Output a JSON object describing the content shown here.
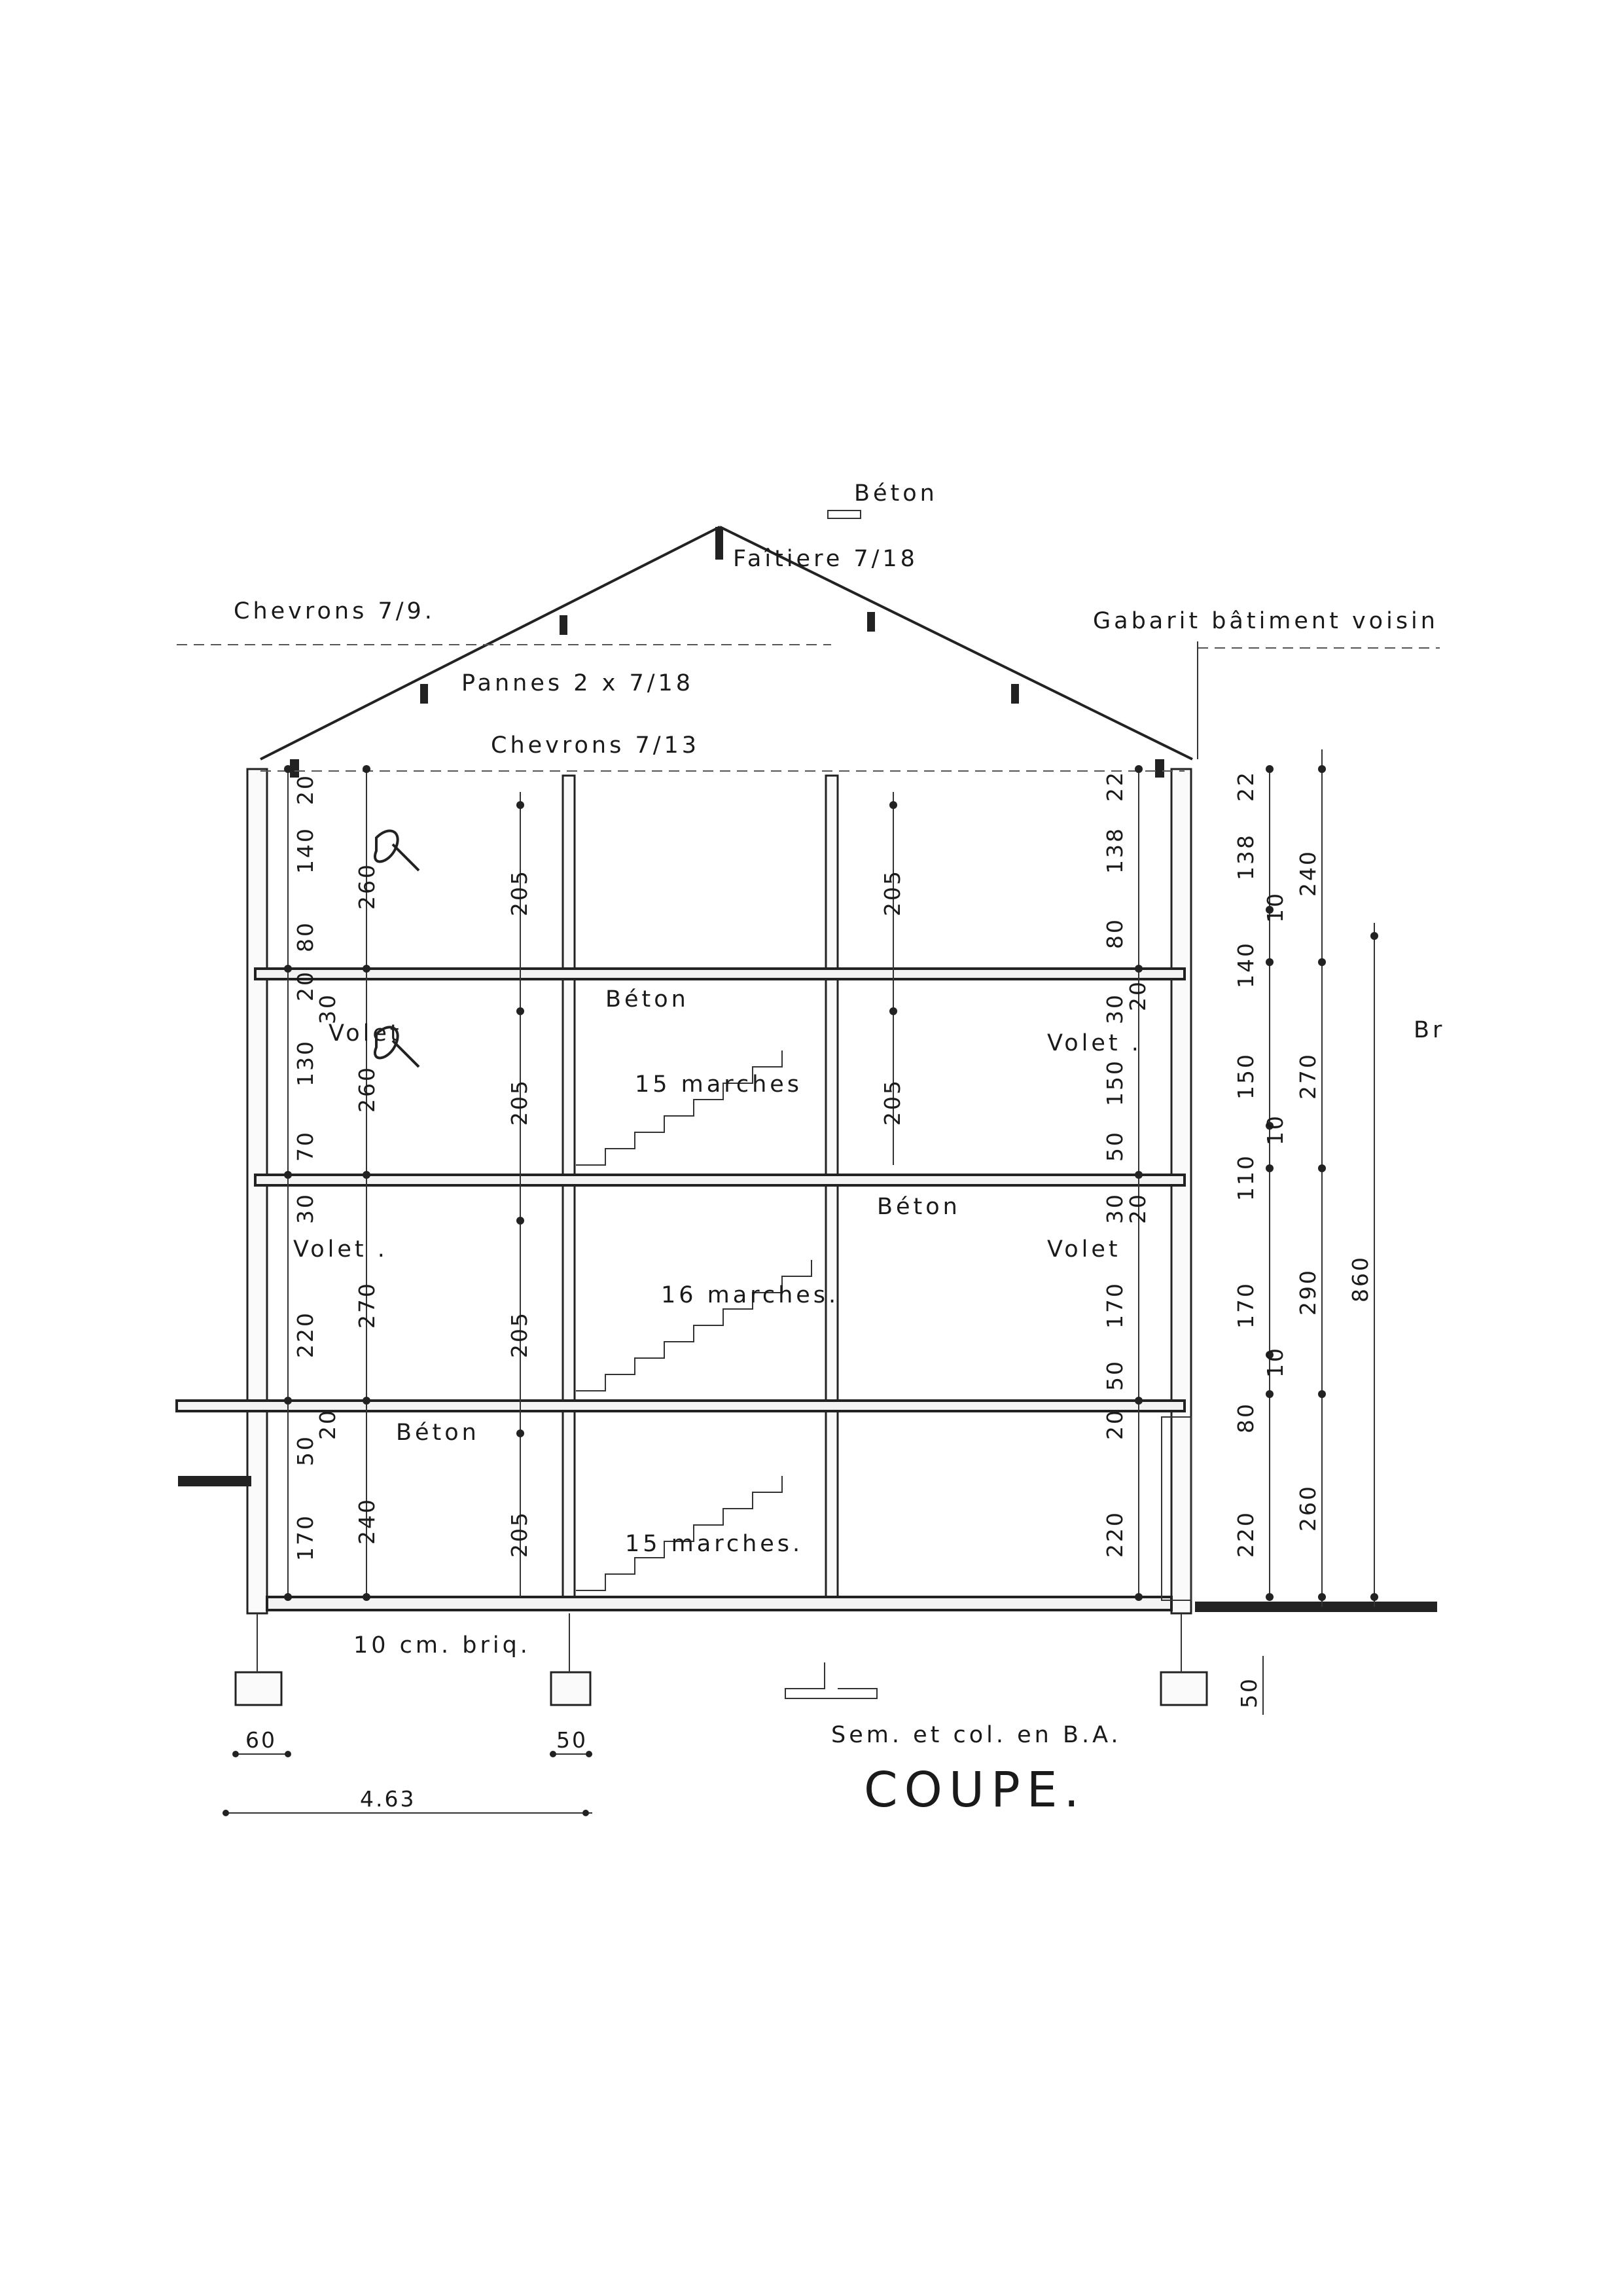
{
  "labels": {
    "beton_top": "Béton",
    "faitiere": "Faîtiere 7/18",
    "chevrons_79": "Chevrons 7/9.",
    "gabarit": "Gabarit bâtiment voisin",
    "pannes": "Pannes 2 x 7/18",
    "chevrons_713": "Chevrons 7/13",
    "beton_f2": "Béton",
    "beton_f1": "Béton",
    "beton_f0": "Béton",
    "marches_15a": "15 marches",
    "marches_16": "16 marches.",
    "marches_15b": "15 marches.",
    "volet_1": "Volet",
    "volet_2": "Volet .",
    "volet_3": "Volet .",
    "volet_4": "Volet",
    "brique": "10 cm. briq.",
    "sem": "Sem. et col. en B.A.",
    "title": "COUPE.",
    "edge_cut": "Br"
  },
  "dims": {
    "left_outer": [
      "20",
      "140",
      "80",
      "20",
      "130",
      "70",
      "30",
      "220",
      "50",
      "170",
      "20",
      "30"
    ],
    "left_inner": [
      "260",
      "260",
      "270",
      "240"
    ],
    "center_a": [
      "205",
      "205",
      "205",
      "205"
    ],
    "center_b": [
      "205",
      "205"
    ],
    "right_inner": [
      "22",
      "138",
      "80",
      "30",
      "150",
      "50",
      "30",
      "170",
      "50",
      "20",
      "220",
      "20",
      "20"
    ],
    "right_outer": [
      "22",
      "138",
      "10",
      "140",
      "150",
      "10",
      "110",
      "170",
      "10",
      "80",
      "220"
    ],
    "right_total": [
      "240",
      "270",
      "290",
      "260"
    ],
    "right_grand": "860",
    "footing": "50",
    "bottom": [
      "60",
      "50",
      "4.63"
    ]
  }
}
